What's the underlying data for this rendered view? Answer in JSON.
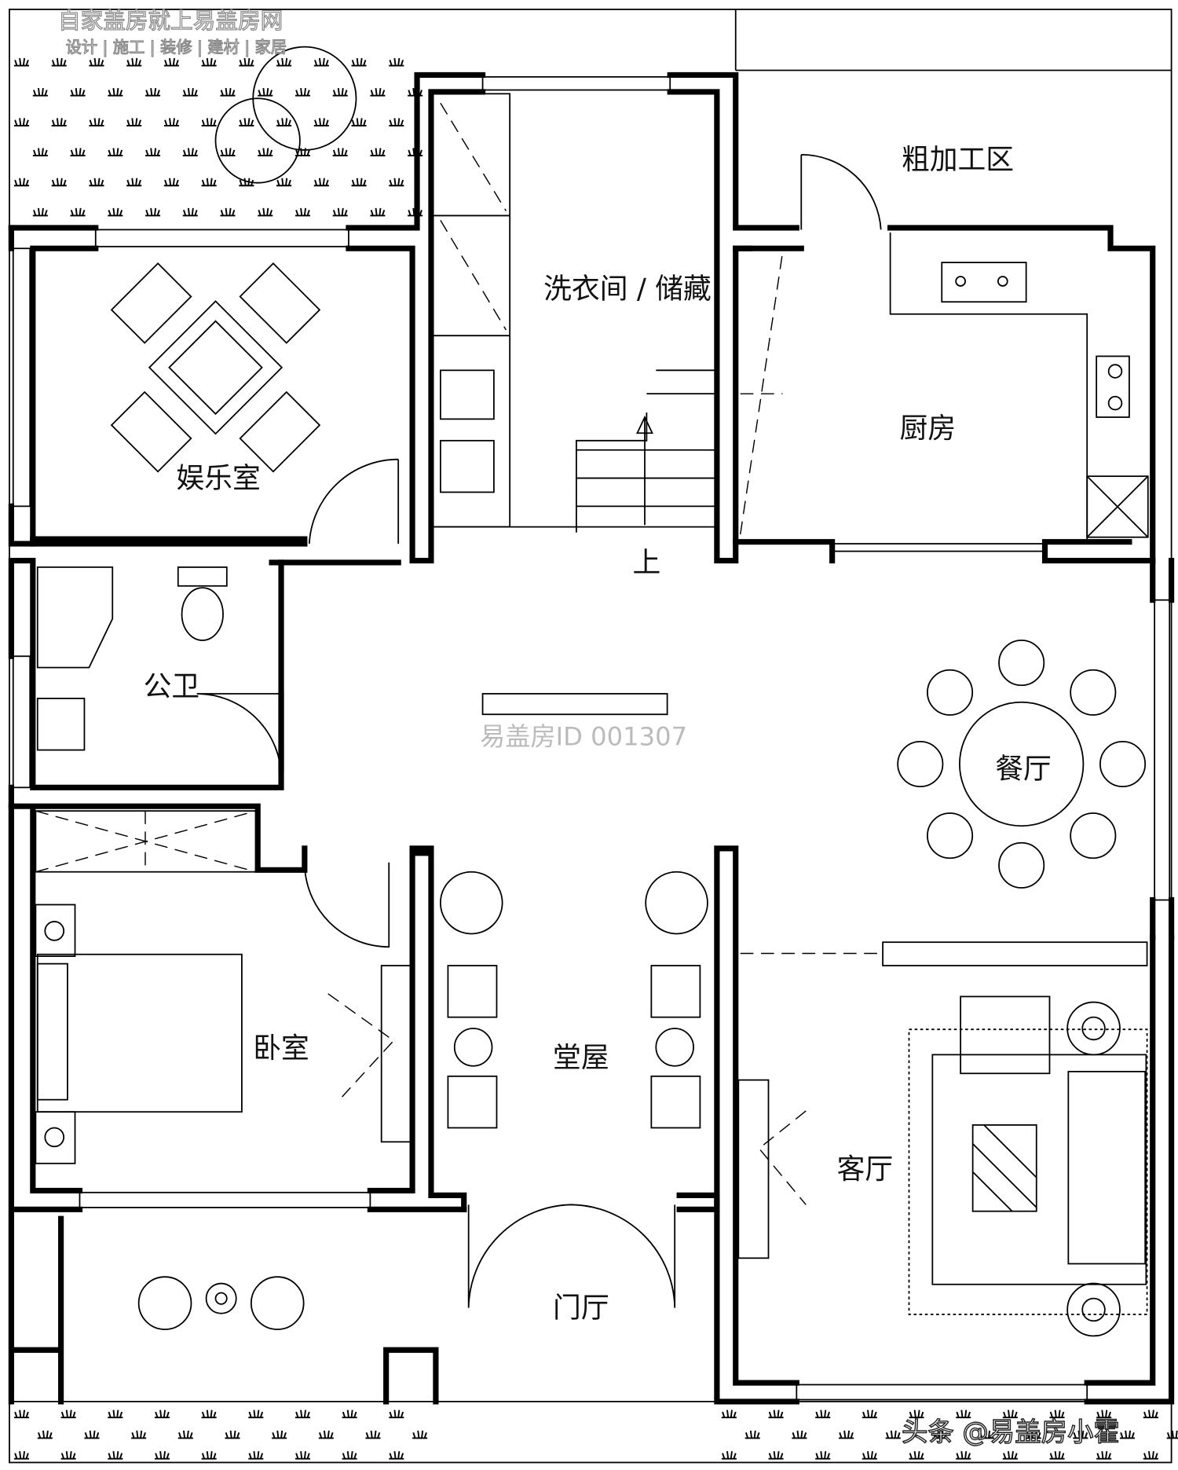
{
  "watermark_top": {
    "line1": "自家盖房就上易盖房网",
    "line2": "设计 | 施工 | 装修 | 建材 | 家居"
  },
  "watermark_center": "易盖房ID 001307",
  "signature": "头条 @易盖房小霍",
  "rooms": {
    "rough_processing": "粗加工区",
    "laundry_storage": "洗衣间 / 储藏",
    "kitchen": "厨房",
    "entertainment": "娱乐室",
    "bathroom": "公卫",
    "dining": "餐厅",
    "bedroom": "卧室",
    "hall": "堂屋",
    "living": "客厅",
    "entry": "门厅",
    "stairs_up": "上"
  }
}
